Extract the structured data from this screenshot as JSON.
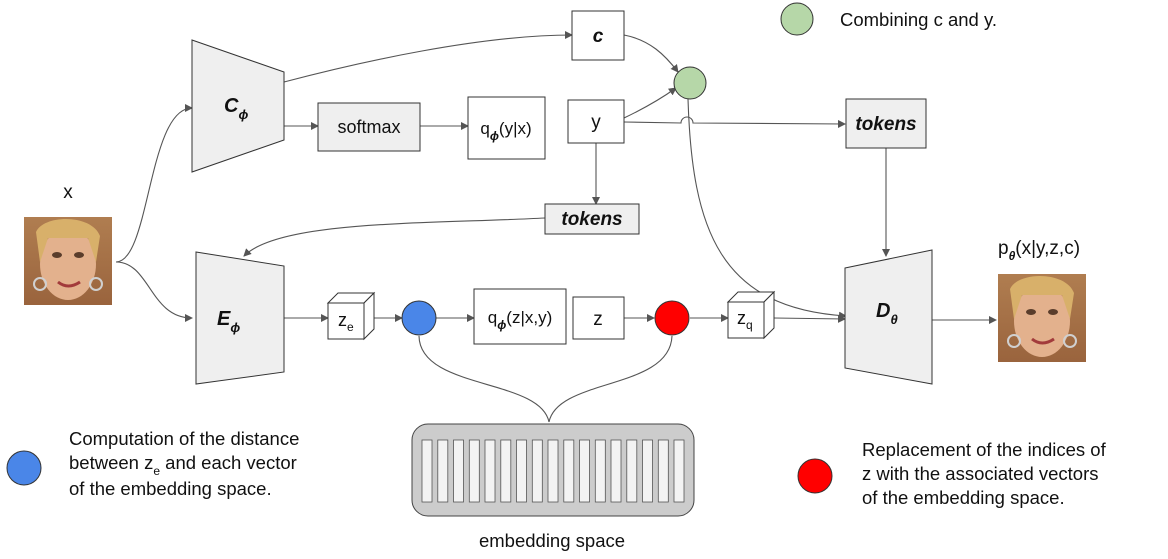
{
  "input_label": "x",
  "output_label": {
    "base": "p",
    "sub": "θ",
    "rest": "(x|y,z,c)"
  },
  "classifier": {
    "base": "C",
    "sub": "ϕ"
  },
  "encoder": {
    "base": "E",
    "sub": "ϕ"
  },
  "decoder": {
    "base": "D",
    "sub": "θ"
  },
  "softmax_label": "softmax",
  "qy_label": {
    "base": "q",
    "sub": "ϕ",
    "rest": "(y|x)"
  },
  "c_label": "c",
  "y_label": "y",
  "tokens_label": "tokens",
  "ze_label": {
    "base": "z",
    "sub": "e"
  },
  "qz_label": {
    "base": "q",
    "sub": "ϕ",
    "rest": "(z|x,y)"
  },
  "z_label": "z",
  "zq_label": {
    "base": "z",
    "sub": "q"
  },
  "embedding_caption": "embedding space",
  "embedding_slots": 17,
  "legend": {
    "combine": {
      "color": "#b6d7a8",
      "text": "Combining c and y."
    },
    "distance": {
      "color": "#4a86e8",
      "lines": [
        "Computation of the distance",
        "between z",
        "e",
        " and each vector",
        "of the embedding space."
      ]
    },
    "replace": {
      "color": "#ff0000",
      "lines": [
        "Replacement of the indices of",
        "z with the associated vectors",
        "of the embedding space."
      ]
    }
  },
  "colors": {
    "green_node": "#b6d7a8",
    "blue_node": "#4a86e8",
    "red_node": "#ff0000",
    "module_fill": "#efefef"
  }
}
